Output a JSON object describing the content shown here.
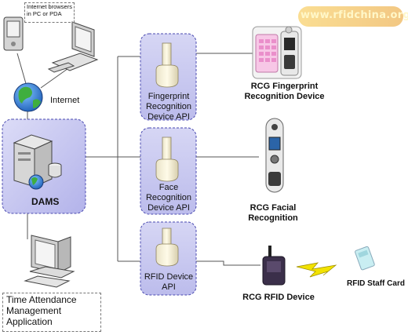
{
  "watermark": "www.rfidchina.org",
  "labels": {
    "browsers_note": "Internet browsers in PC or PDA",
    "internet": "Internet",
    "dams": "DAMS",
    "time_attendance": "Time Attendance Management Application",
    "api_fingerprint": "Fingerprint Recognition Device API",
    "api_face": "Face Recognition Device API",
    "api_rfid": "RFID Device API",
    "device_fingerprint": "RCG Fingerprint Recognition Device",
    "device_face": "RCG Facial Recognition",
    "device_rfid": "RCG RFID Device",
    "rfid_card": "RFID Staff Card"
  },
  "colors": {
    "api_box_fill": "#c7c7f0",
    "api_box_border": "#4a4ab0",
    "dams_fill": "#c0c0ee",
    "lightning": "#f2e200"
  }
}
